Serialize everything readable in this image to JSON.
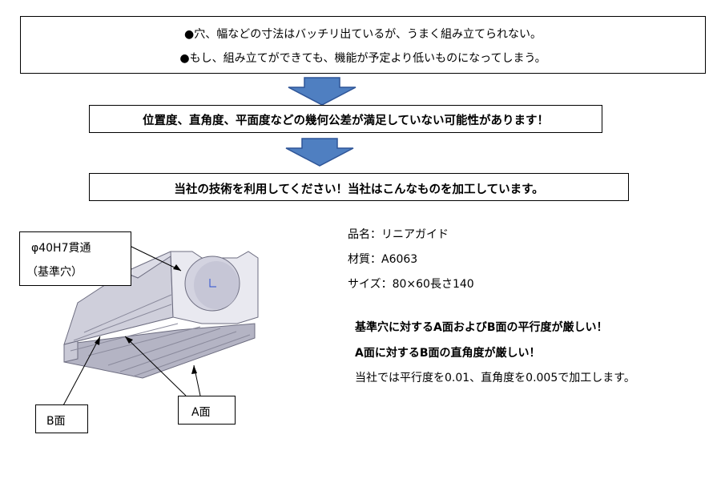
{
  "header": {
    "line1": "●穴、幅などの寸法はバッチリ出ているが、うまく組み立てられない。",
    "line2": "●もし、組み立てができても、機能が予定より低いものになってしまう。"
  },
  "middle": {
    "text": "位置度、直角度、平面度などの幾何公差が満足していない可能性があります！"
  },
  "offer": {
    "text": "当社の技術を利用してください！当社はこんなものを加工しています。"
  },
  "callouts": {
    "hole_line1": "φ40H7貫通",
    "hole_line2": "（基準穴）",
    "face_b": "B面",
    "face_a": "A面"
  },
  "specs": {
    "name": "品名：リニアガイド",
    "material": "材質：A6063",
    "size": "サイズ：80×60長さ140"
  },
  "notes": {
    "line1": "基準穴に対するA面およびB面の平行度が厳しい！",
    "line2": "A面に対するB面の直角度が厳しい！",
    "line3": "当社では平行度を0.01、直角度を0.005で加工します。"
  },
  "colors": {
    "arrow_fill": "#4f7fc1",
    "arrow_stroke": "#2f5597",
    "part_top": "#e8e8ee",
    "part_side": "#c9c9d6",
    "part_bottom": "#b4b4c4"
  }
}
